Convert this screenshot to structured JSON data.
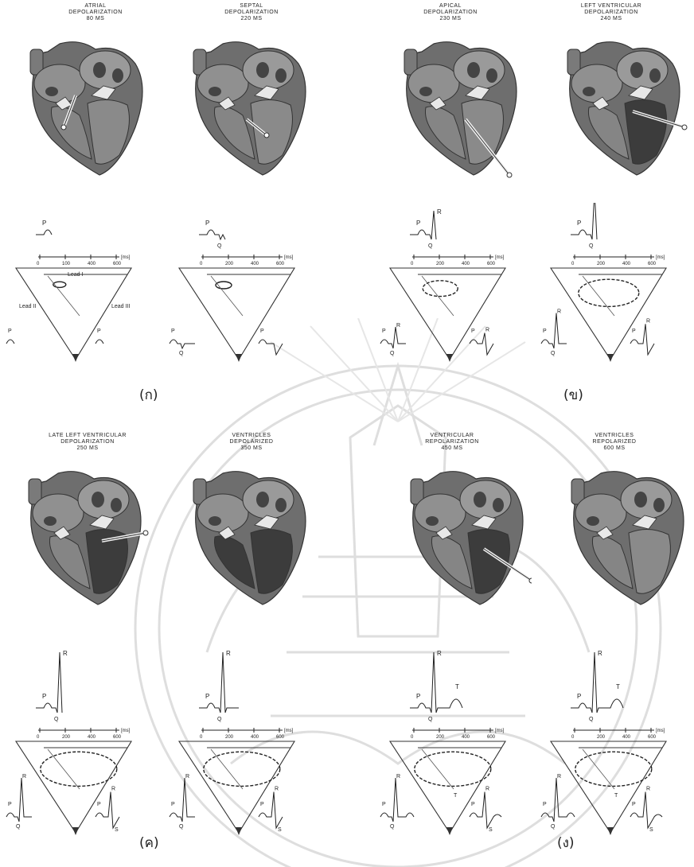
{
  "panels": [
    {
      "title_lines": [
        "ATRIAL",
        "DEPOLARIZATION",
        "80 ms"
      ],
      "stage": "atrial"
    },
    {
      "title_lines": [
        "SEPTAL",
        "DEPOLARIZATION",
        "220 ms"
      ],
      "stage": "septal"
    },
    {
      "title_lines": [
        "APICAL",
        "DEPOLARIZATION",
        "230 ms"
      ],
      "stage": "apical"
    },
    {
      "title_lines": [
        "LEFT VENTRICULAR",
        "DEPOLARIZATION",
        "240 ms"
      ],
      "stage": "lv"
    },
    {
      "title_lines": [
        "LATE LEFT VENTRICULAR",
        "DEPOLARIZATION",
        "250 ms"
      ],
      "stage": "late"
    },
    {
      "title_lines": [
        "VENTRICLES",
        "DEPOLARIZED",
        "350 ms"
      ],
      "stage": "depol"
    },
    {
      "title_lines": [
        "VENTRICULAR",
        "REPOLARIZATION",
        "450 ms"
      ],
      "stage": "repol"
    },
    {
      "title_lines": [
        "VENTRICLES",
        "REPOLARIZED",
        "600 ms"
      ],
      "stage": "repolarized"
    }
  ],
  "axis": {
    "ticks": [
      "0",
      "200",
      "400",
      "600"
    ],
    "unit": "[ms]",
    "alt_ticks": [
      "0",
      "100",
      "400",
      "600"
    ]
  },
  "lead_labels": {
    "lead1": "Lead I",
    "lead2": "Lead II",
    "lead3": "Lead III"
  },
  "wave_labels": {
    "p": "P",
    "q": "Q",
    "r": "R",
    "s": "S",
    "t": "T"
  },
  "group_labels": [
    "(ก)",
    "(ข)",
    "(ค)",
    "(ง)"
  ],
  "colors": {
    "heart_outer": "#6e6e6e",
    "heart_chamber": "#4c4c4c",
    "line": "#333333",
    "watermark": "#d8d8d8"
  }
}
